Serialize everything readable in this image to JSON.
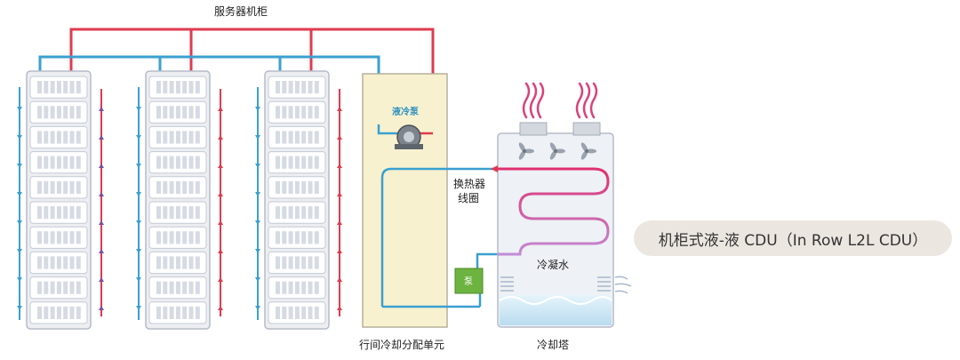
{
  "labels": {
    "server_cabinet": "服务器机柜",
    "liquid_pump": "液冷泵",
    "heat_exchanger_line1": "换热器",
    "heat_exchanger_line2": "线圈",
    "pump": "泵",
    "condensed_water": "冷凝水",
    "cdu_unit": "行间冷却分配单元",
    "cooling_tower": "冷却塔"
  },
  "tag": {
    "text": "机柜式液-液 CDU（In Row L2L CDU）"
  },
  "colors": {
    "hot_line": "#e03a4f",
    "cold_line": "#3aa0d0",
    "rack_fill": "#eceef2",
    "rack_stroke": "#b5bcc8",
    "cdu_fill": "#f7f1cf",
    "tower_fill": "#eef1f5",
    "pump_fill": "#6db33f",
    "coil": "#d4327a",
    "steam": "#d9437a",
    "water": "#bfe0f0"
  }
}
